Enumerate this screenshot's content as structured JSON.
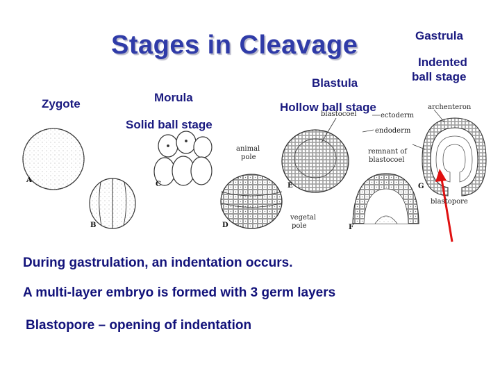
{
  "title": "Stages in Cleavage",
  "stage_labels": {
    "zygote": "Zygote",
    "morula": "Morula",
    "solid_ball": "Solid ball stage",
    "blastula": "Blastula",
    "hollow_ball": "Hollow ball stage",
    "gastrula": "Gastrula",
    "indented_line1": "Indented",
    "indented_line2": "ball stage"
  },
  "figure_labels": {
    "animal_pole_1": "animal",
    "animal_pole_2": "pole",
    "vegetal_pole_1": "vegetal",
    "vegetal_pole_2": "pole",
    "blastocoel": "blastocoel",
    "ectoderm": "ectoderm",
    "archenteron": "archenteron",
    "endoderm": "endoderm",
    "remnant_1": "remnant of",
    "remnant_2": "blastocoel",
    "blastopore": "blastopore"
  },
  "figure_letters": [
    "A",
    "B",
    "C",
    "D",
    "E",
    "F",
    "G"
  ],
  "captions": {
    "line1": "During gastrulation, an indentation occurs.",
    "line2": "A multi-layer embryo is formed with 3 germ layers",
    "line3": "Blastopore – opening of indentation"
  },
  "colors": {
    "title": "#2f3ba8",
    "label_text": "#1a1a80",
    "caption_text": "#12127a",
    "arrow": "#e01010"
  }
}
